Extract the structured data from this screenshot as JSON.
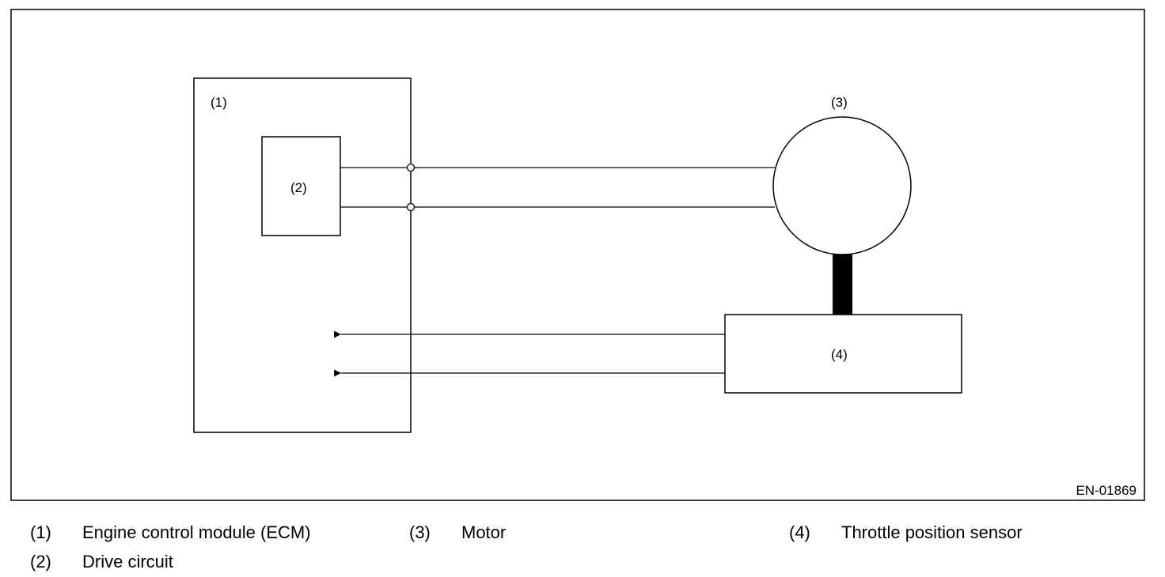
{
  "figure": {
    "code": "EN-01869",
    "components": {
      "ecm": "(1)",
      "drive_circuit": "(2)",
      "motor": "(3)",
      "throttle_sensor": "(4)"
    }
  },
  "legend": [
    {
      "num": "(1)",
      "text": "Engine control module (ECM)"
    },
    {
      "num": "(3)",
      "text": "Motor"
    },
    {
      "num": "(4)",
      "text": "Throttle position sensor"
    },
    {
      "num": "(2)",
      "text": "Drive circuit"
    }
  ]
}
